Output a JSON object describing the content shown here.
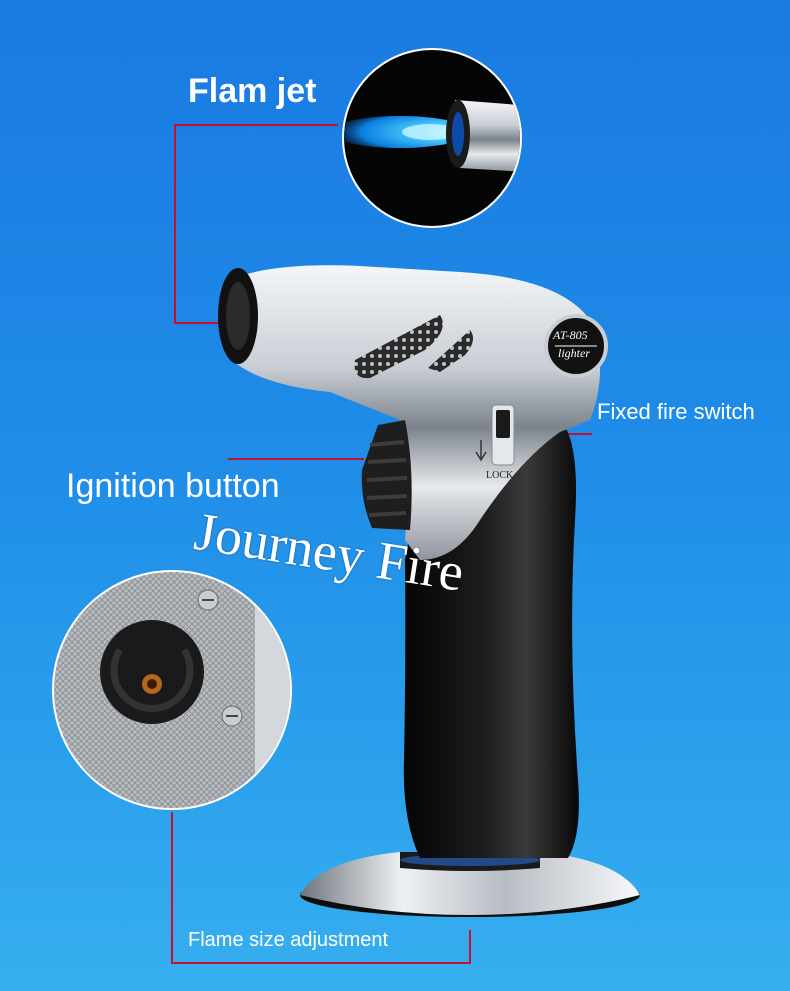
{
  "labels": {
    "flam_jet": "Flam jet",
    "ignition_button": "Ignition button",
    "fixed_fire_switch": "Fixed fire switch",
    "flame_size_adjustment": "Flame size adjustment",
    "lock": "LOCK"
  },
  "watermark": "Journey Fire",
  "badge": {
    "model": "AT-805",
    "word": "lighter"
  },
  "colors": {
    "background_top": "#1a7ae0",
    "background_bottom": "#36afef",
    "callout_line": "#c8102e",
    "flame": "#18a8ff",
    "body_black": "#111111",
    "chrome": "#d9dde2"
  }
}
